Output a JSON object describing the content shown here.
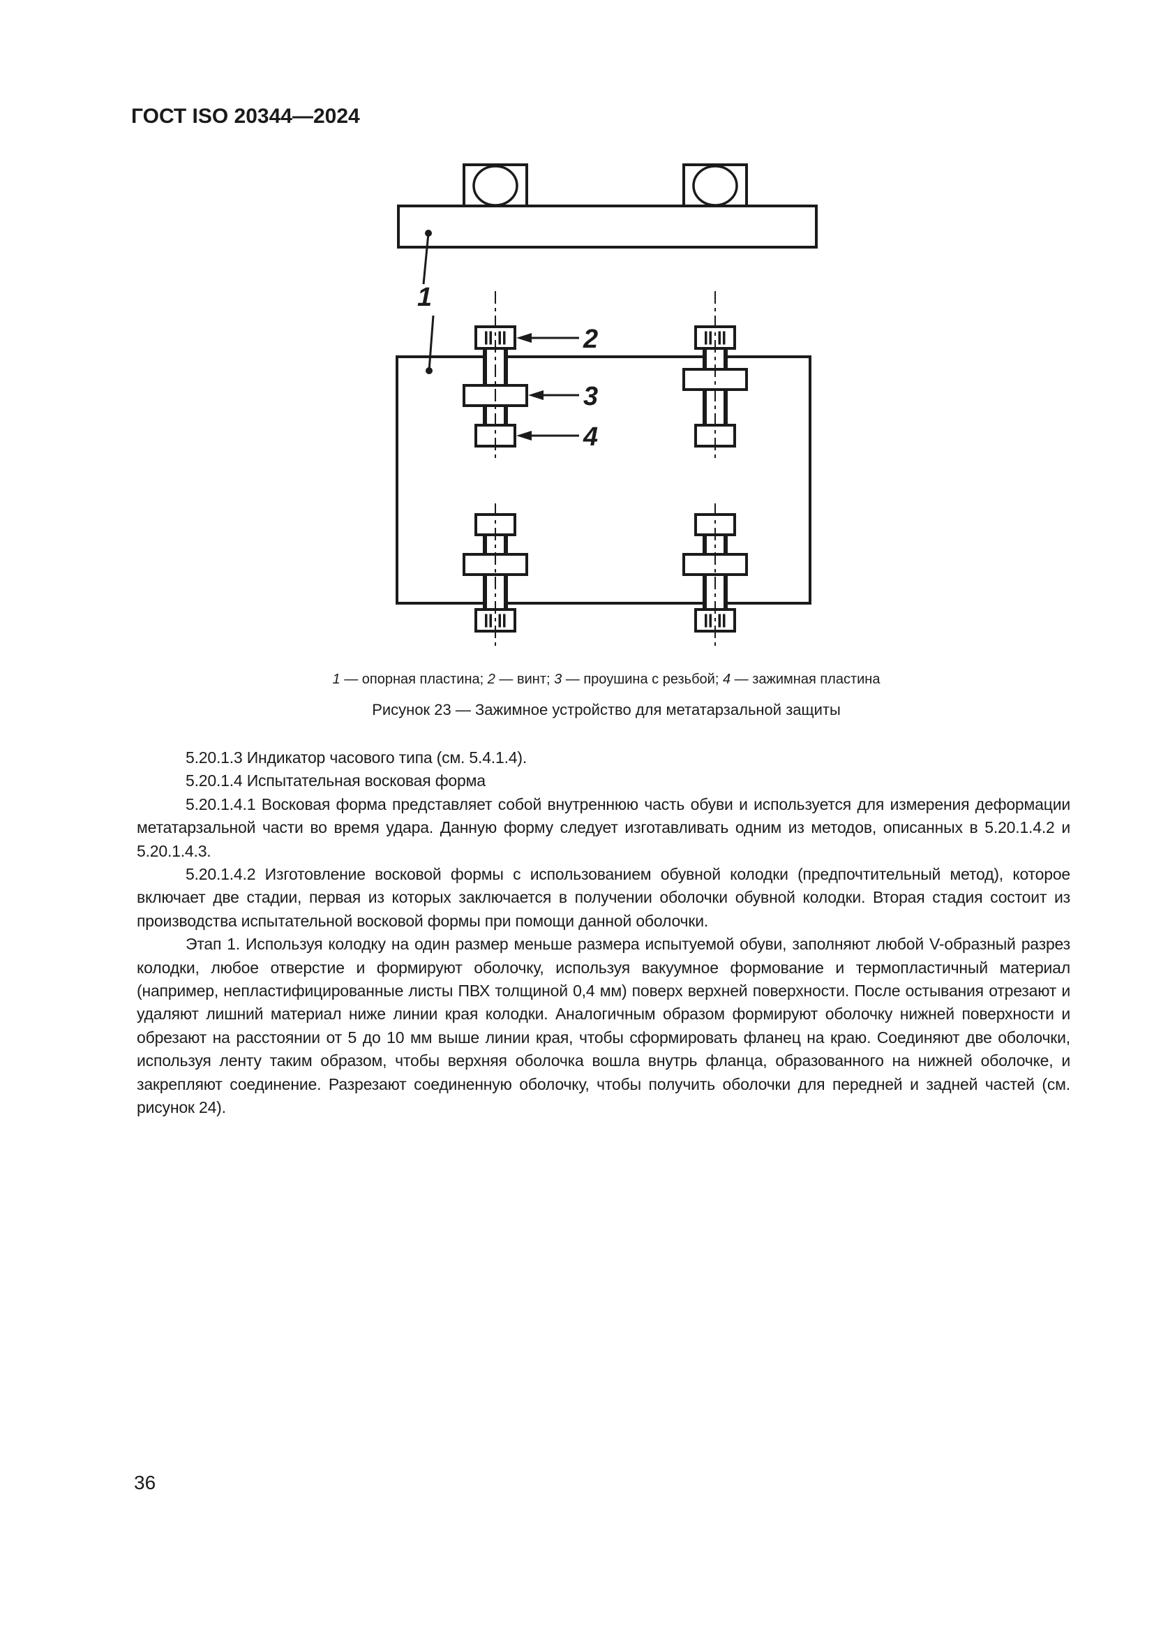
{
  "page": {
    "header_title": "ГОСТ ISO 20344—2024",
    "page_number": "36"
  },
  "colors": {
    "paper": "#ffffff",
    "ink": "#1b1b1b"
  },
  "figure": {
    "callouts": {
      "c1": "1",
      "c2": "2",
      "c3": "3",
      "c4": "4"
    },
    "legend": {
      "n1": "1",
      "t1": " — опорная пластина; ",
      "n2": "2",
      "t2": " — винт; ",
      "n3": "3",
      "t3": " — проушина с резьбой; ",
      "n4": "4",
      "t4": " — зажимная пластина"
    },
    "caption": "Рисунок 23 — Зажимное устройство для метатарзальной защиты"
  },
  "body": {
    "paragraphs": [
      "5.20.1.3 Индикатор часового типа (см. 5.4.1.4).",
      "5.20.1.4 Испытательная восковая форма",
      "5.20.1.4.1 Восковая форма представляет собой внутреннюю часть обуви и используется для измерения деформации метатарзальной части во время удара. Данную форму следует изготавливать одним из методов, описанных в 5.20.1.4.2 и 5.20.1.4.3.",
      "5.20.1.4.2 Изготовление восковой формы с использованием обувной колодки (предпочтительный метод), которое включает две стадии, первая из которых заключается в получении оболочки обувной колодки. Вторая стадия состоит из производства испытательной восковой формы при помощи данной оболочки.",
      "Этап 1. Используя колодку на один размер меньше размера испытуемой обуви, заполняют любой V-образный разрез колодки, любое отверстие и формируют оболочку, используя вакуумное формование и термопластичный материал (например, непластифицированные листы ПВХ толщиной 0,4 мм) поверх верхней поверхности. После остывания отрезают и удаляют лишний материал ниже линии края колодки. Аналогичным образом формируют оболочку нижней поверхности и обрезают на расстоянии от 5 до 10 мм выше линии края, чтобы сформировать фланец на краю. Соединяют две оболочки, используя ленту таким образом, чтобы верхняя оболочка вошла внутрь фланца, образованного на нижней оболочке, и закрепляют соединение. Разрезают соединенную оболочку, чтобы получить оболочки для передней и задней частей (см. рисунок 24)."
    ]
  }
}
